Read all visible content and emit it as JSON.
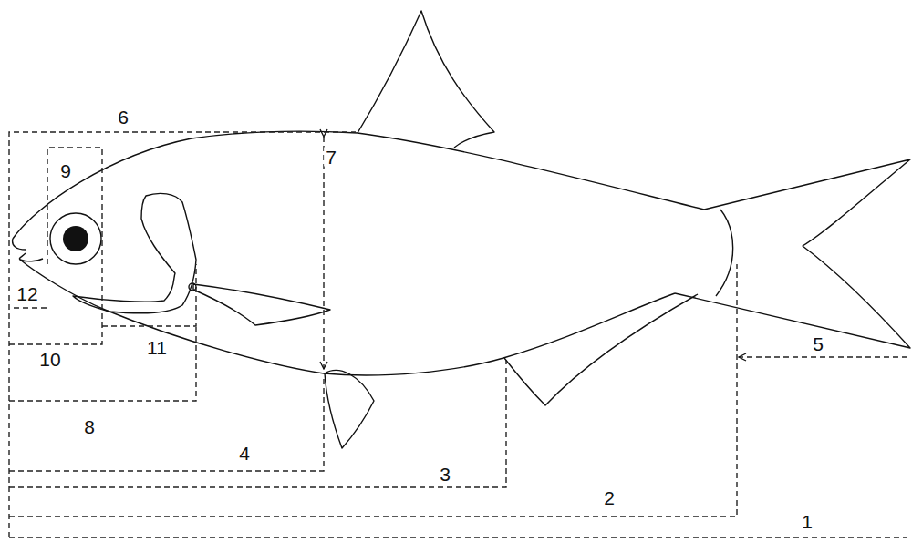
{
  "diagram": {
    "labels": [
      "6",
      "9",
      "7",
      "12",
      "10",
      "11",
      "8",
      "4",
      "3",
      "2",
      "5",
      "1"
    ]
  }
}
